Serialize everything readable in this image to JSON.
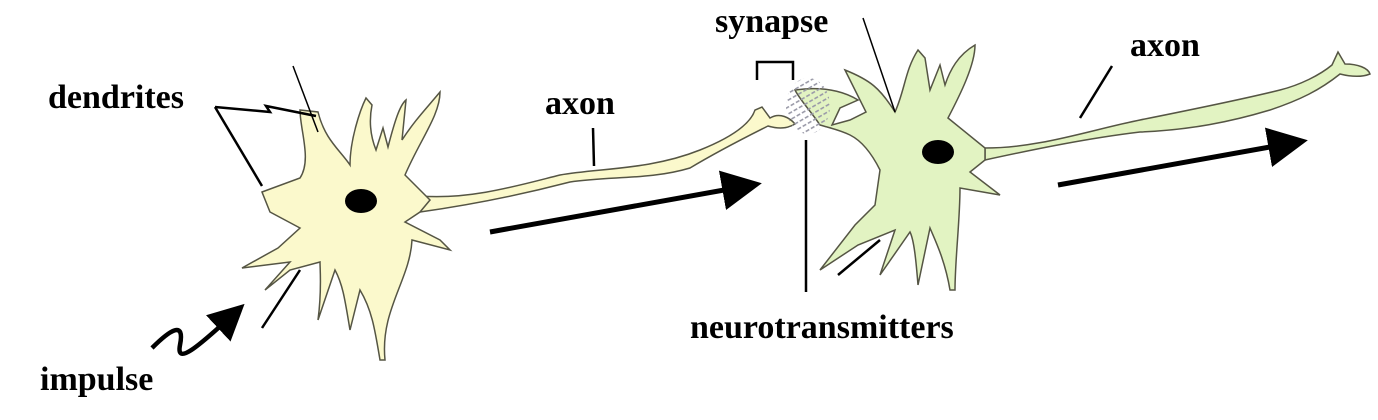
{
  "labels": {
    "dendrites": "dendrites",
    "impulse": "impulse",
    "axon_1": "axon",
    "synapse": "synapse",
    "neurotransmitters": "neurotransmitters",
    "axon_2": "axon"
  },
  "colors": {
    "neuron_1_fill": "#fbf9cc",
    "neuron_2_fill": "#e2f3c2",
    "outline": "#555544",
    "nucleus": "#000000",
    "neurotransmitter_dots": "#9a9aa8"
  },
  "icons": [
    "arrow-right-icon",
    "impulse-squiggle-arrow-icon",
    "synapse-bracket-icon"
  ]
}
